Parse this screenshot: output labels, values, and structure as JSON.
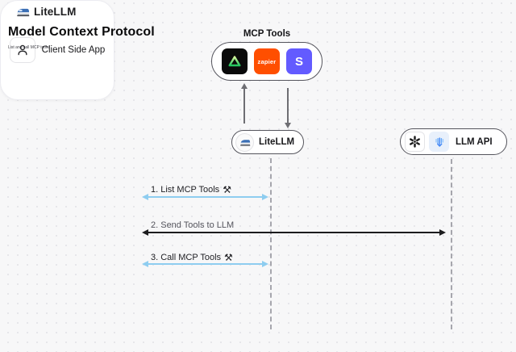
{
  "header": {
    "app_name": "LiteLLM"
  },
  "page": {
    "title": "Model Context Protocol",
    "subtitle": "List and call MCP tools"
  },
  "mcp": {
    "label": "MCP Tools",
    "tools": [
      {
        "name": "triangle-tool-icon"
      },
      {
        "name": "zapier-icon",
        "text": "zapier"
      },
      {
        "name": "stripe-icon",
        "text": "S"
      }
    ]
  },
  "nodes": {
    "litellm": {
      "label": "LiteLLM"
    },
    "llm_api": {
      "label": "LLM API"
    },
    "client": {
      "label": "Client Side App"
    }
  },
  "sequence": {
    "steps": [
      {
        "label": "1. List MCP Tools",
        "icon": "⚒"
      },
      {
        "label": "2. Send Tools to LLM",
        "icon": ""
      },
      {
        "label": "3. Call MCP Tools",
        "icon": "⚒"
      }
    ]
  },
  "colors": {
    "background": "#f7f7f8",
    "accent_blue_arrow": "#8ecdf0",
    "black_arrow": "#1c1c1e",
    "zapier_orange": "#ff4f00",
    "stripe_purple": "#635bff",
    "triangle_green": "#22c55e",
    "node_border": "#55555d",
    "lifeline_gray": "#a6a6ad"
  }
}
